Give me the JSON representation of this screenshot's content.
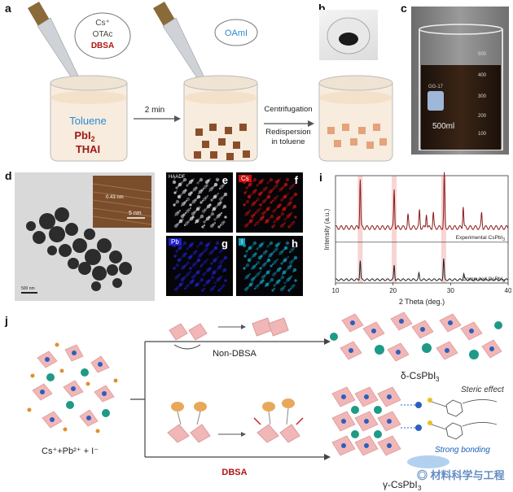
{
  "panel_labels": {
    "a": "a",
    "b": "b",
    "c": "c",
    "d": "d",
    "i": "i",
    "j": "j"
  },
  "panel_a": {
    "bubble1": [
      "Cs⁺",
      "OTAc",
      "DBSA"
    ],
    "bubble2": "OAmI",
    "beaker1_lines": [
      "Toluene",
      "PbI",
      "THAI"
    ],
    "beaker1_sub": "2",
    "arrow1": "2 min",
    "arrow2": [
      "Centrifugation",
      "Redispersion",
      "in toluene"
    ]
  },
  "panel_c": {
    "beaker_marks": [
      "500",
      "400",
      "300",
      "200",
      "100"
    ],
    "volume_label": "500ml",
    "brand": "GG-17"
  },
  "panel_d": {
    "scale_inset": "5 nm",
    "lattice": "0.43 nm",
    "scale_main": "500 nm"
  },
  "eds_maps": [
    {
      "label": "HAADF",
      "letter": "e",
      "color": "#dddddd"
    },
    {
      "label": "Cs",
      "letter": "f",
      "color": "#d01010"
    },
    {
      "label": "Pb",
      "letter": "g",
      "color": "#2020d0"
    },
    {
      "label": "I",
      "letter": "h",
      "color": "#10a0c0"
    }
  ],
  "chart_data": {
    "type": "line",
    "xlabel": "2 Theta (deg.)",
    "ylabel": "Intensity (a.u.)",
    "xlim": [
      10,
      40
    ],
    "x_ticks": [
      10,
      20,
      30,
      40
    ],
    "highlight_bands": [
      14.3,
      20.2,
      28.8
    ],
    "series": [
      {
        "name": "Experimental CsPbI",
        "peaks": [
          [
            14.3,
            1.0
          ],
          [
            20.2,
            0.78
          ],
          [
            22.6,
            0.25
          ],
          [
            24.6,
            0.35
          ],
          [
            25.8,
            0.3
          ],
          [
            27.0,
            0.3
          ],
          [
            28.9,
            1.1
          ],
          [
            32.2,
            0.45
          ],
          [
            35.4,
            0.3
          ]
        ]
      },
      {
        "name": "Computed CsPbI",
        "peaks": [
          [
            14.3,
            0.8
          ],
          [
            20.2,
            0.6
          ],
          [
            24.5,
            0.25
          ],
          [
            28.8,
            0.85
          ],
          [
            32.3,
            0.25
          ]
        ]
      }
    ]
  },
  "panel_j": {
    "start_label": "Cs⁺+Pb²⁺ + I⁻",
    "top_branch": "Non-DBSA",
    "bottom_branch": "DBSA",
    "product_top": "δ-CsPbI",
    "product_bottom": "γ-CsPbI",
    "annot1": "Steric effect",
    "annot2": "Strong bonding"
  },
  "watermark": "材料科学与工程"
}
